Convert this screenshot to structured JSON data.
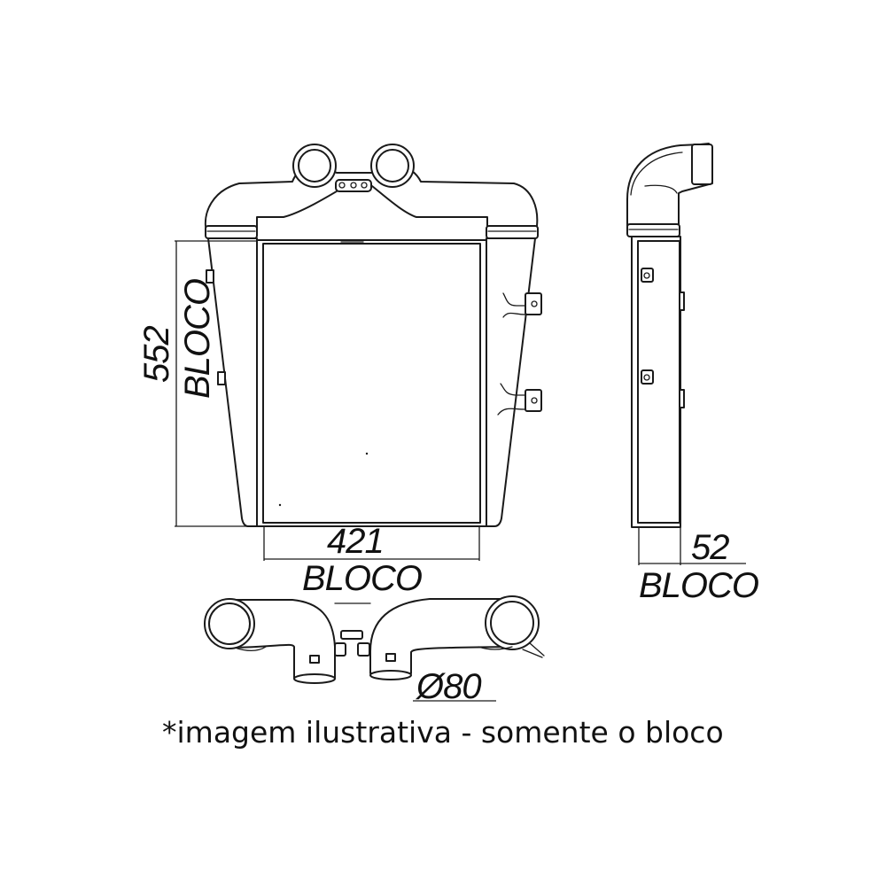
{
  "front_view": {
    "height_value": "552",
    "height_label": "BLOCO",
    "width_value": "421",
    "width_label": "BLOCO"
  },
  "side_view": {
    "depth_value": "52",
    "depth_label": "BLOCO"
  },
  "top_view": {
    "diameter_value": "Ø80"
  },
  "caption": "*imagem ilustrativa - somente o bloco",
  "colors": {
    "line": "#1a1a1a",
    "background": "#ffffff"
  }
}
